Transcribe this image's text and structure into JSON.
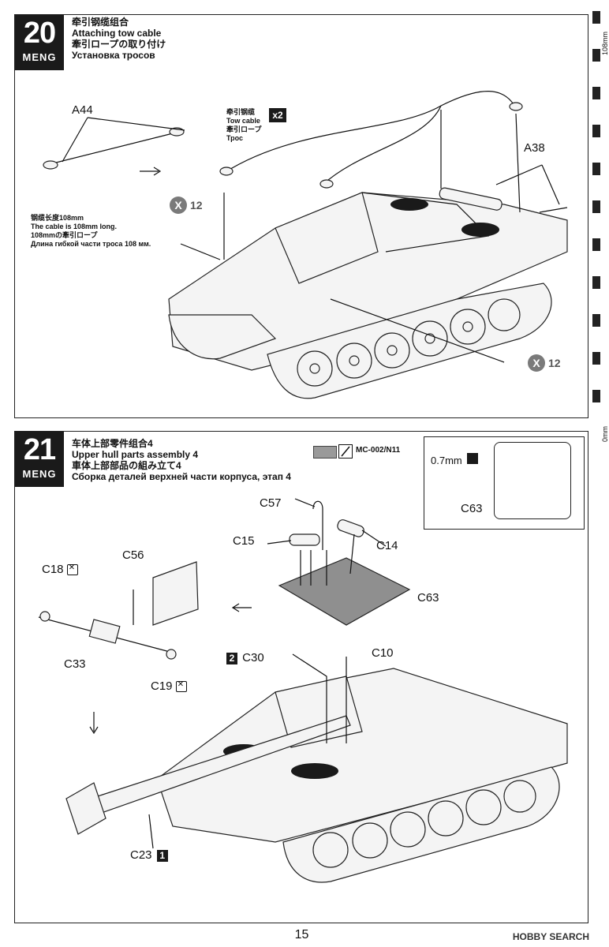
{
  "step20": {
    "number": "20",
    "brand": "MENG",
    "title_zh": "牵引钢缆组合",
    "title_en": "Attaching tow cable",
    "title_ja": "牽引ロープの取り付け",
    "title_ru": "Установка тросов",
    "part_a44": "A44",
    "part_a38": "A38",
    "cable_zh": "牵引钢缆",
    "cable_en": "Tow cable",
    "cable_ja": "牽引ロープ",
    "cable_ru": "Трос",
    "cable_qty": "x2",
    "length_zh": "钢缆长度108mm",
    "length_en": "The cable is 108mm long.",
    "length_ja": "108mmの牽引ロープ",
    "length_ru": "Длина гибкой части троса 108 мм.",
    "x_icon": "X",
    "count_a": "12",
    "count_b": "12"
  },
  "step21": {
    "number": "21",
    "brand": "MENG",
    "title_zh": "车体上部零件组合4",
    "title_en": "Upper hull parts assembly 4",
    "title_ja": "車体上部部品の組み立て4",
    "title_ru": "Сборка деталей верхней части корпуса, этап 4",
    "paint_code": "MC-002/N11",
    "drill_size": "0.7mm",
    "parts": {
      "c63_inset": "C63",
      "c57": "C57",
      "c15": "C15",
      "c14": "C14",
      "c63": "C63",
      "c18": "C18",
      "c56": "C56",
      "c33": "C33",
      "c19": "C19",
      "c30": "C30",
      "c10": "C10",
      "c23": "C23"
    },
    "marker_1": "1",
    "marker_2": "2"
  },
  "ruler": {
    "top_label": "108mm",
    "bottom_label": "0mm"
  },
  "page_number": "15",
  "watermark": "HOBBY SEARCH",
  "colors": {
    "ink": "#111111",
    "badge": "#7a7a7a",
    "paint_swatch": "#9a9a9a"
  }
}
